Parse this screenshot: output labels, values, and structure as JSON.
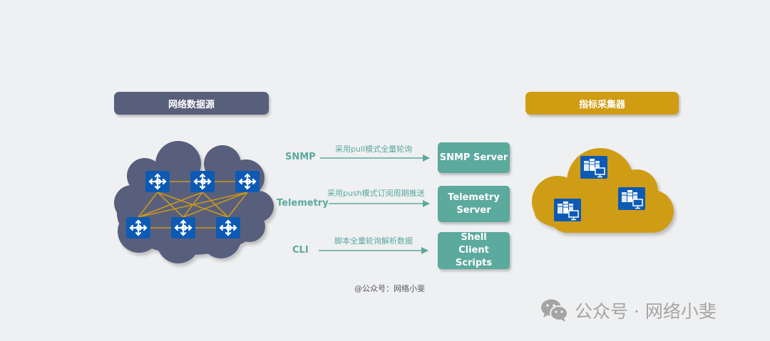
{
  "source": {
    "header": "网络数据源",
    "device_icon": "router-icon",
    "device_count": 6
  },
  "collector": {
    "header": "指标采集器",
    "server_icon": "server-workstation-icon",
    "server_count": 3
  },
  "flows": [
    {
      "protocol": "SNMP",
      "description": "采用pull模式全量轮询",
      "target": "SNMP Server"
    },
    {
      "protocol": "Telemetry",
      "description": "采用push模式订阅周期推送",
      "target": "Telemetry Server"
    },
    {
      "protocol": "CLI",
      "description": "脚本全量轮询解析数据",
      "target": "Shell Client Scripts"
    }
  ],
  "credit": "@公众号：网络小斐",
  "watermark": {
    "icon": "wechat-icon",
    "text": "公众号 · 网络小斐"
  },
  "colors": {
    "background": "#eff0f2",
    "source_cloud": "#585f7b",
    "collector_cloud": "#cf9c12",
    "accent_teal": "#5ca99d",
    "device_blue": "#0d5ab5",
    "link_gold": "#c9981c"
  }
}
